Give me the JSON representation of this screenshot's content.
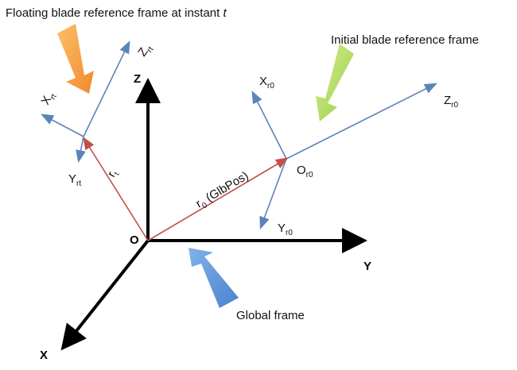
{
  "labels": {
    "floating_frame": "Floating blade reference frame at instant ",
    "floating_frame_t": "t",
    "initial_frame": "Initial blade reference frame",
    "global_frame": "Global frame",
    "origin": "O",
    "axis_z": "Z",
    "axis_y": "Y",
    "axis_x": "X",
    "z_rt_main": "Z",
    "z_rt_sub": "rt",
    "x_rt_main": "X",
    "x_rt_sub": "rt",
    "y_rt_main": "Y",
    "y_rt_sub": "rt",
    "r_t_main": "r",
    "r_t_sub": "t",
    "r0_main": "r",
    "r0_sub": "0",
    "r0_rest": " (GlbPos)",
    "x_r0_main": "X",
    "x_r0_sub": "r0",
    "z_r0_main": "Z",
    "z_r0_sub": "r0",
    "y_r0_main": "Y",
    "y_r0_sub": "r0",
    "o_r0_main": "O",
    "o_r0_sub": "r0"
  },
  "colors": {
    "global_axes": "#000000",
    "blade_axes": "#5b84b9",
    "position_vectors": "#c0504d",
    "orange_arrow": "#f7a24a",
    "green_arrow": "#b6dc6a",
    "blue_arrow": "#5b93d6"
  }
}
